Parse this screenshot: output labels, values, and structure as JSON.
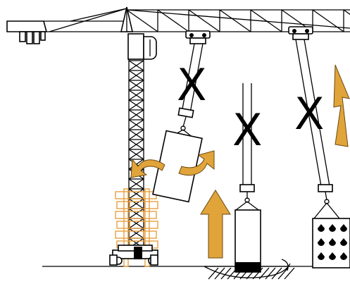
{
  "diagram": {
    "marks": {
      "cross_1": "X",
      "cross_2": "X",
      "cross_3": "X"
    },
    "colors": {
      "arrow_fill": "#E0A43A",
      "ballast_orange": "#E8A040",
      "line": "#000000",
      "background": "#FFFFFF"
    },
    "icons": [
      "rotation-arrows-icon",
      "upward-arrow-icon",
      "diagonal-arrow-icon"
    ]
  }
}
